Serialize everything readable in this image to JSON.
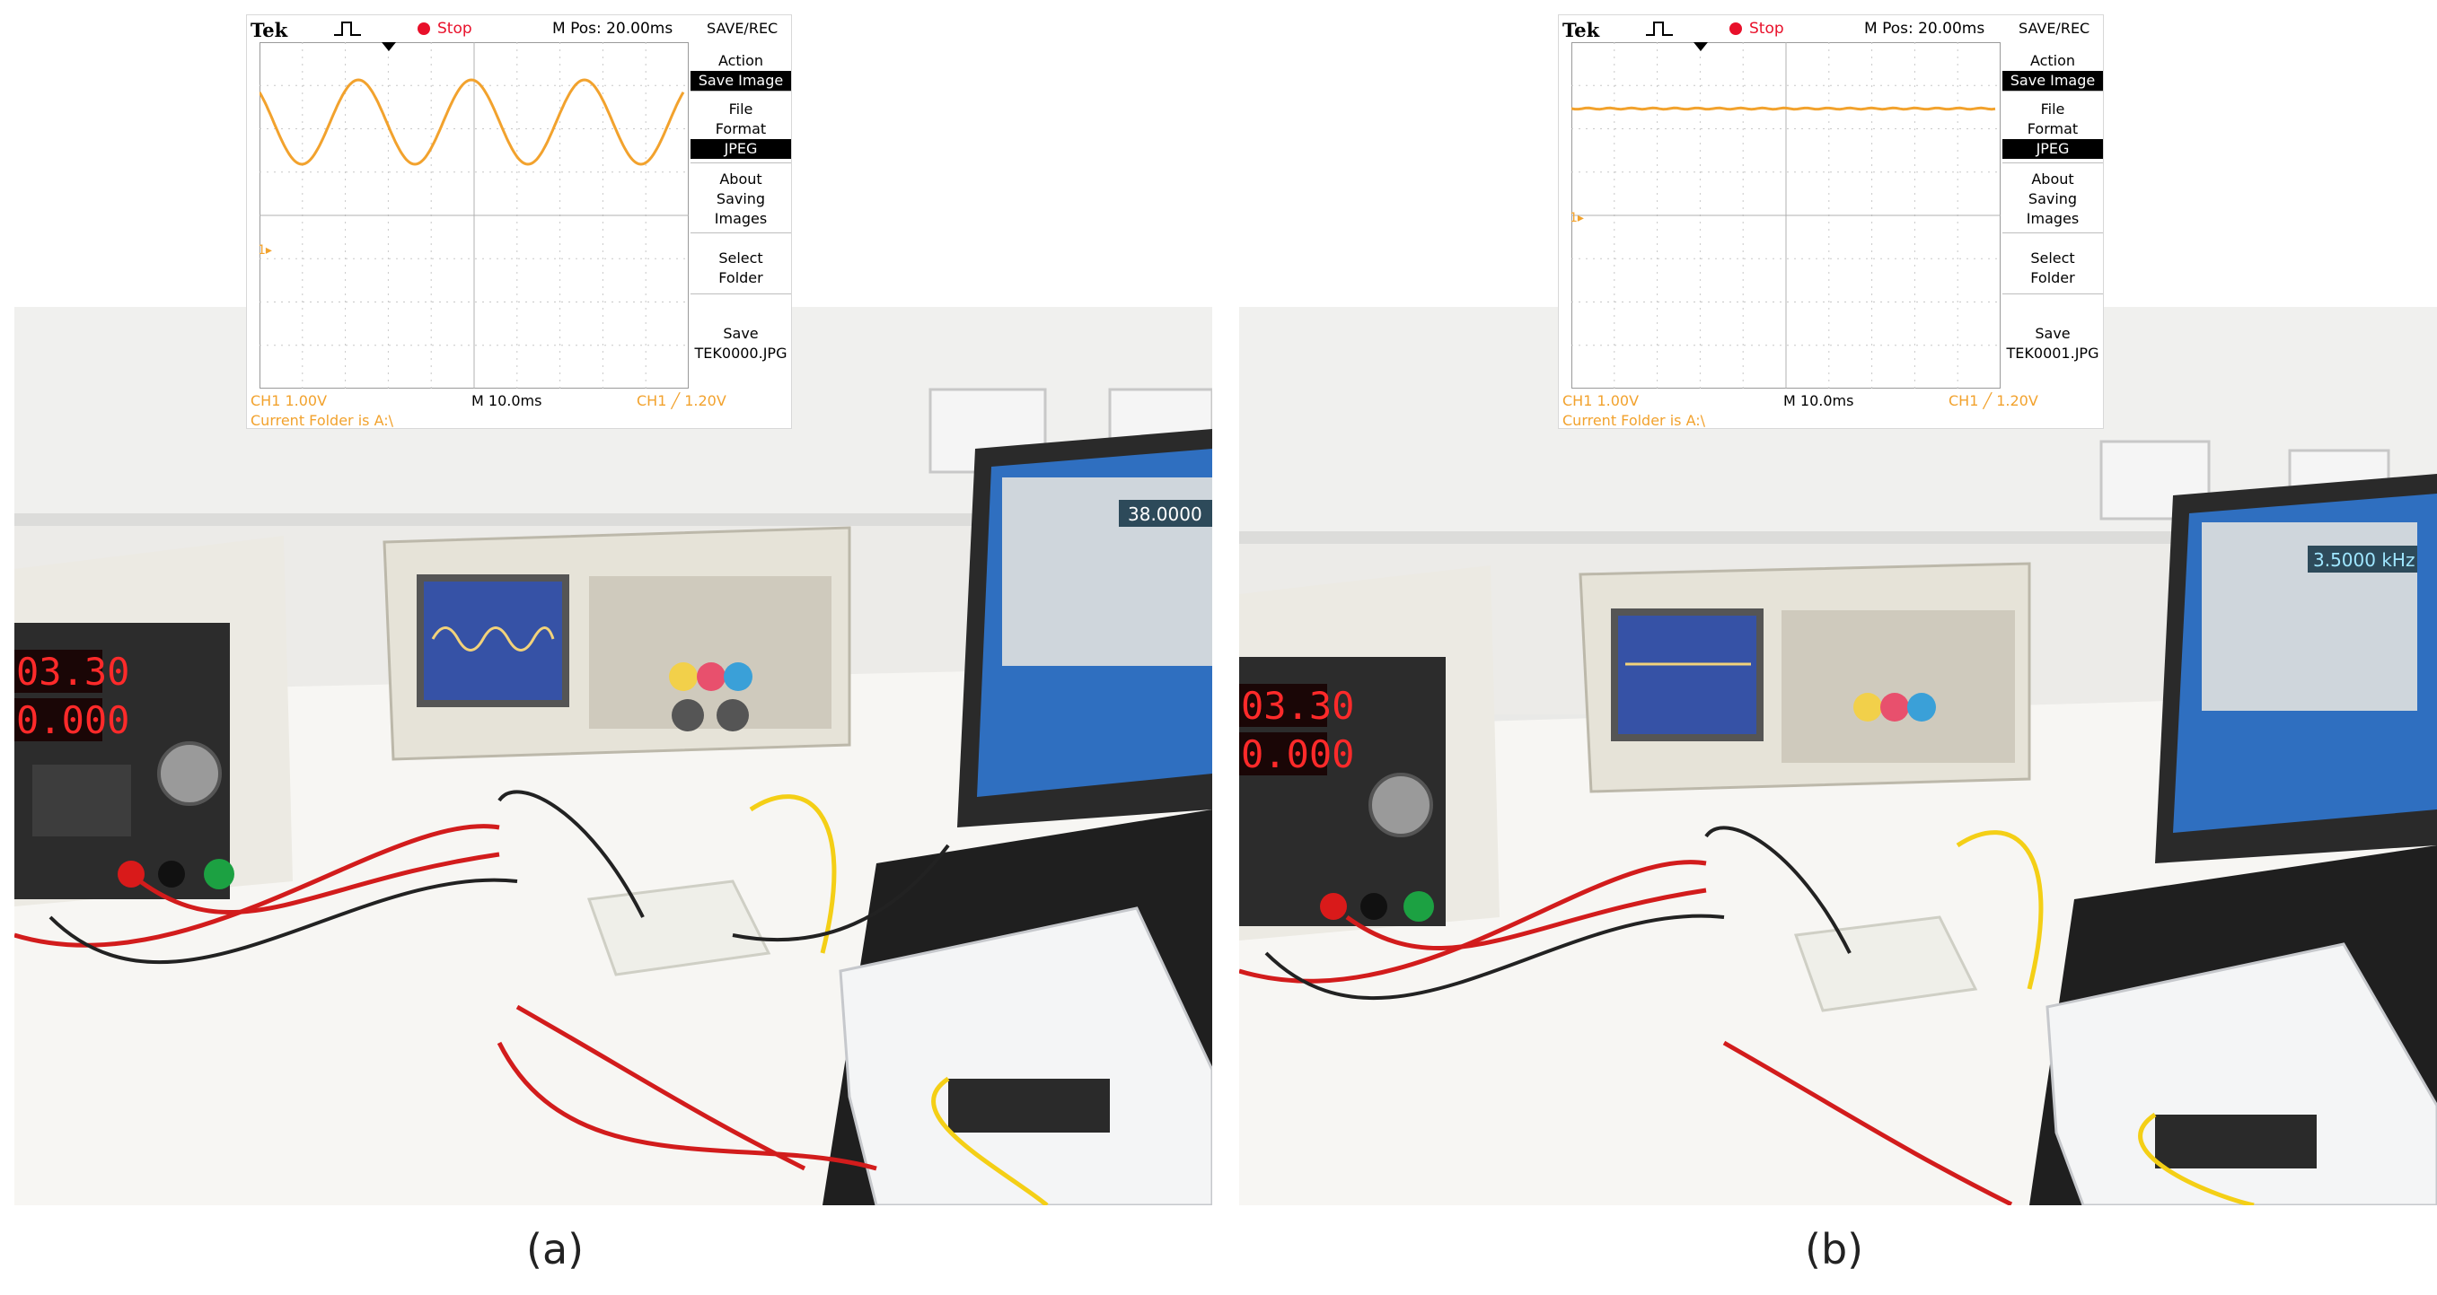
{
  "panels": [
    {
      "caption": "(a)",
      "scope": {
        "brand": "Tek",
        "status": "Stop",
        "m_pos": "M Pos: 20.00ms",
        "menu_title": "SAVE/REC",
        "menu": {
          "action_label": "Action",
          "action_value": "Save Image",
          "file_format_label_1": "File",
          "file_format_label_2": "Format",
          "file_format_value": "JPEG",
          "about_1": "About",
          "about_2": "Saving",
          "about_3": "Images",
          "select_1": "Select",
          "select_2": "Folder",
          "save_1": "Save",
          "save_2": "TEK0000.JPG"
        },
        "ch1_scale": "CH1  1.00V",
        "timebase": "M 10.0ms",
        "trigger": "CH1  ╱  1.20V",
        "folder": "Current Folder is A:\\",
        "channel_marker": "1▸",
        "waveform": "sine"
      }
    },
    {
      "caption": "(b)",
      "scope": {
        "brand": "Tek",
        "status": "Stop",
        "m_pos": "M Pos: 20.00ms",
        "menu_title": "SAVE/REC",
        "menu": {
          "action_label": "Action",
          "action_value": "Save Image",
          "file_format_label_1": "File",
          "file_format_label_2": "Format",
          "file_format_value": "JPEG",
          "about_1": "About",
          "about_2": "Saving",
          "about_3": "Images",
          "select_1": "Select",
          "select_2": "Folder",
          "save_1": "Save",
          "save_2": "TEK0001.JPG"
        },
        "ch1_scale": "CH1  1.00V",
        "timebase": "M 10.0ms",
        "trigger": "CH1  ╱  1.20V",
        "folder": "Current Folder is A:\\",
        "channel_marker": "1▸",
        "waveform": "flat"
      }
    }
  ],
  "photos": [
    {
      "supply_voltage": "03.30",
      "supply_current": "0.000",
      "laptop_readout": "38.0000"
    },
    {
      "supply_voltage": "03.30",
      "supply_current": "0.000",
      "laptop_readout": "3.5000 kHz"
    }
  ],
  "colors": {
    "trace": "#f2a22d",
    "status_red": "#e8102a",
    "laptop_screen": "#2f6fc0"
  }
}
